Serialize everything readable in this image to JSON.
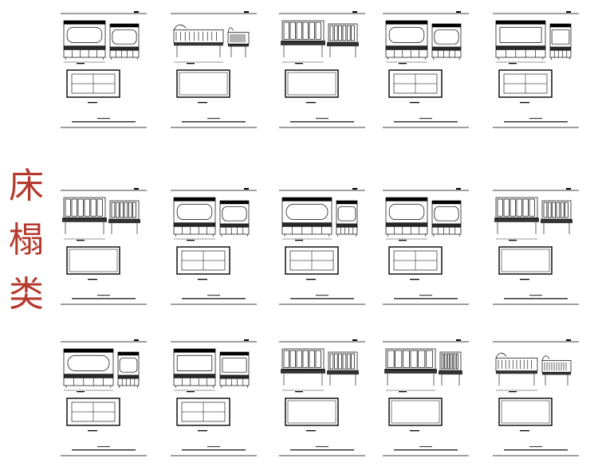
{
  "category": {
    "title_chars": [
      "床",
      "榻",
      "类"
    ],
    "accent_color": "#b53a2e"
  },
  "sheet_color": "#000000",
  "sheets": [
    {
      "row": 0,
      "col": 0,
      "kind": "canopy-bed"
    },
    {
      "row": 0,
      "col": 1,
      "kind": "daybed"
    },
    {
      "row": 0,
      "col": 2,
      "kind": "luohan-bed"
    },
    {
      "row": 0,
      "col": 3,
      "kind": "canopy-bed"
    },
    {
      "row": 0,
      "col": 4,
      "kind": "alcove-bed"
    },
    {
      "row": 1,
      "col": 0,
      "kind": "luohan-bed"
    },
    {
      "row": 1,
      "col": 1,
      "kind": "canopy-bed"
    },
    {
      "row": 1,
      "col": 2,
      "kind": "canopy-bed"
    },
    {
      "row": 1,
      "col": 3,
      "kind": "canopy-bed"
    },
    {
      "row": 1,
      "col": 4,
      "kind": "luohan-bed"
    },
    {
      "row": 2,
      "col": 0,
      "kind": "canopy-bed"
    },
    {
      "row": 2,
      "col": 1,
      "kind": "alcove-bed"
    },
    {
      "row": 2,
      "col": 2,
      "kind": "luohan-bed"
    },
    {
      "row": 2,
      "col": 3,
      "kind": "luohan-bed"
    },
    {
      "row": 2,
      "col": 4,
      "kind": "daybed"
    }
  ]
}
